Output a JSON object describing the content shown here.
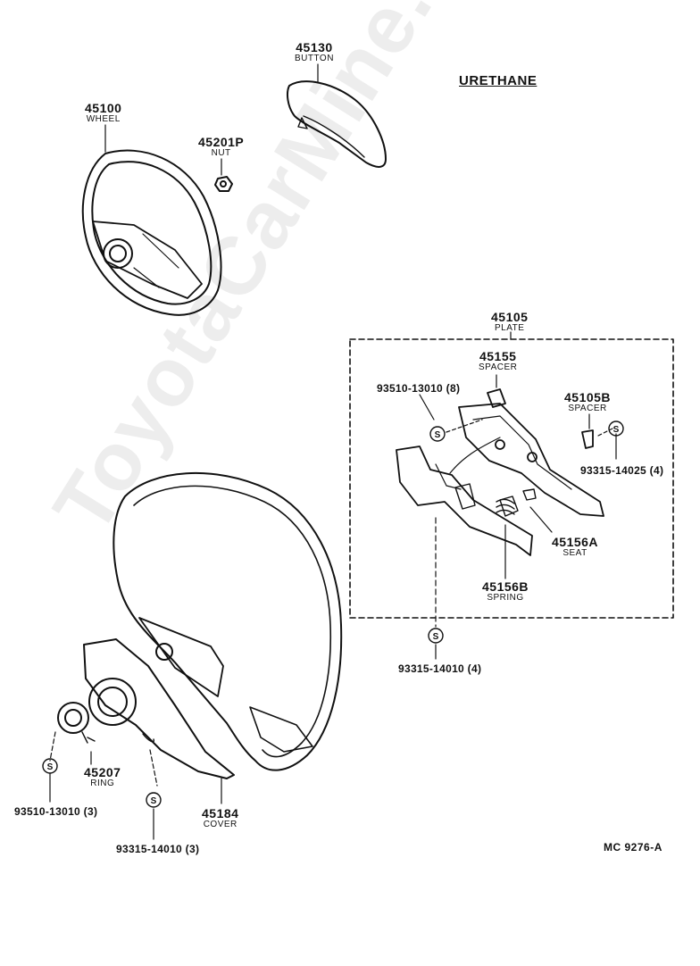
{
  "material_label": "URETHANE",
  "diagram_code": "MC 9276-A",
  "watermark": "ToyotaCarMine.ru",
  "parts": {
    "button": {
      "number": "45130",
      "name": "BUTTON"
    },
    "wheel": {
      "number": "45100",
      "name": "WHEEL"
    },
    "nut": {
      "number": "45201P",
      "name": "NUT"
    },
    "plate": {
      "number": "45105",
      "name": "PLATE"
    },
    "spacer_a": {
      "number": "45155",
      "name": "SPACER"
    },
    "spacer_b": {
      "number": "45105B",
      "name": "SPACER"
    },
    "seat": {
      "number": "45156A",
      "name": "SEAT"
    },
    "spring": {
      "number": "45156B",
      "name": "SPRING"
    },
    "ring": {
      "number": "45207",
      "name": "RING"
    },
    "cover": {
      "number": "45184",
      "name": "COVER"
    }
  },
  "screws": {
    "plate_upper": "93510-13010 (8)",
    "spacer_screw": "93315-14025 (4)",
    "plate_lower": "93315-14010 (4)",
    "ring_screw": "93510-13010 (3)",
    "cover_screw": "93315-14010 (3)"
  },
  "screw_symbol": "S"
}
